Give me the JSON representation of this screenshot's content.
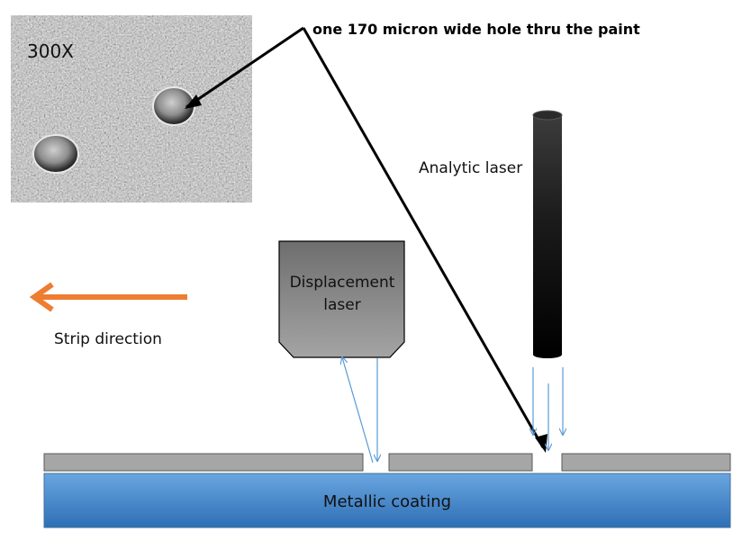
{
  "photo": {
    "magnification": "300X"
  },
  "annotation": {
    "text": "one 170 micron wide hole thru the paint"
  },
  "analytic_laser": {
    "label": "Analytic laser"
  },
  "displacement_laser": {
    "label_line1": "Displacement",
    "label_line2": "laser"
  },
  "strip": {
    "label": "Strip direction"
  },
  "coating": {
    "label": "Metallic coating"
  },
  "colors": {
    "arrow_orange": "#ed7d31",
    "coating_blue": "#5b9bd5",
    "beam_blue": "#5b9bd5",
    "paint_gray": "#a6a6a6",
    "laser_body": "#000000"
  }
}
